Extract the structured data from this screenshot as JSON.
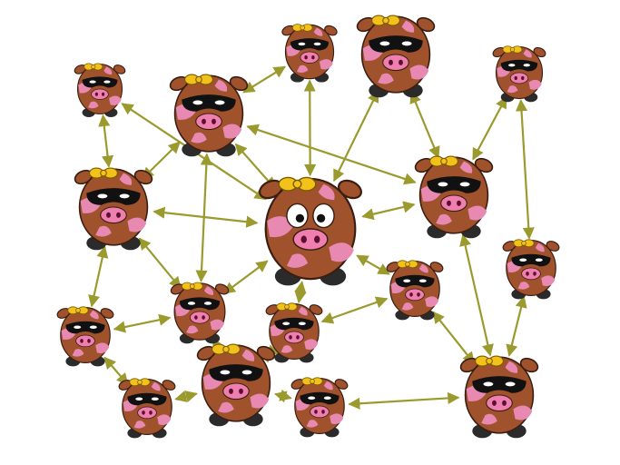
{
  "diagram": {
    "type": "network",
    "edge_style": "bidirectional-arrow",
    "colors": {
      "edge": "#9a9a2e",
      "body": "#a0522d",
      "spot": "#e889b2",
      "snout": "#ef7fae",
      "mask": "#111111",
      "bow": "#f2c21b",
      "hoof": "#2b2b2b",
      "outline": "#3a1e12"
    },
    "nodes": [
      {
        "id": "center",
        "kind": "masked-cow",
        "label": ""
      },
      {
        "id": "top-left",
        "kind": "masked-cow",
        "label": ""
      },
      {
        "id": "left-upper",
        "kind": "masked-cow",
        "label": ""
      },
      {
        "id": "upper-left-mid",
        "kind": "masked-cow",
        "label": ""
      },
      {
        "id": "top-mid",
        "kind": "masked-cow",
        "label": ""
      },
      {
        "id": "top-right-mid",
        "kind": "masked-cow",
        "label": ""
      },
      {
        "id": "top-right",
        "kind": "masked-cow",
        "label": ""
      },
      {
        "id": "right-upper",
        "kind": "masked-cow",
        "label": ""
      },
      {
        "id": "right-mid",
        "kind": "masked-cow",
        "label": ""
      },
      {
        "id": "mid-right",
        "kind": "masked-cow",
        "label": ""
      },
      {
        "id": "lower-left-mid",
        "kind": "masked-cow",
        "label": ""
      },
      {
        "id": "left-lower",
        "kind": "masked-cow",
        "label": ""
      },
      {
        "id": "lower-center",
        "kind": "masked-cow",
        "label": ""
      },
      {
        "id": "bottom-center",
        "kind": "masked-cow",
        "label": ""
      },
      {
        "id": "bottom-left",
        "kind": "masked-cow",
        "label": ""
      },
      {
        "id": "bottom-mid",
        "kind": "masked-cow",
        "label": ""
      },
      {
        "id": "bottom-right",
        "kind": "masked-cow",
        "label": ""
      }
    ],
    "edges": [
      [
        "top-left",
        "left-upper"
      ],
      [
        "top-left",
        "center"
      ],
      [
        "upper-left-mid",
        "top-mid"
      ],
      [
        "upper-left-mid",
        "left-upper"
      ],
      [
        "upper-left-mid",
        "center"
      ],
      [
        "upper-left-mid",
        "right-upper"
      ],
      [
        "upper-left-mid",
        "lower-left-mid"
      ],
      [
        "top-mid",
        "center"
      ],
      [
        "top-right-mid",
        "right-upper"
      ],
      [
        "top-right-mid",
        "center"
      ],
      [
        "top-right",
        "right-upper"
      ],
      [
        "top-right",
        "right-mid"
      ],
      [
        "right-upper",
        "center"
      ],
      [
        "right-upper",
        "bottom-right"
      ],
      [
        "left-upper",
        "center"
      ],
      [
        "left-upper",
        "lower-left-mid"
      ],
      [
        "left-upper",
        "left-lower"
      ],
      [
        "center",
        "lower-left-mid"
      ],
      [
        "center",
        "mid-right"
      ],
      [
        "center",
        "lower-center"
      ],
      [
        "left-lower",
        "lower-left-mid"
      ],
      [
        "left-lower",
        "bottom-left"
      ],
      [
        "lower-left-mid",
        "bottom-center"
      ],
      [
        "lower-center",
        "mid-right"
      ],
      [
        "lower-center",
        "bottom-center"
      ],
      [
        "mid-right",
        "bottom-right"
      ],
      [
        "right-mid",
        "bottom-right"
      ],
      [
        "bottom-left",
        "bottom-center"
      ],
      [
        "bottom-center",
        "bottom-mid"
      ],
      [
        "bottom-mid",
        "bottom-right"
      ]
    ]
  }
}
